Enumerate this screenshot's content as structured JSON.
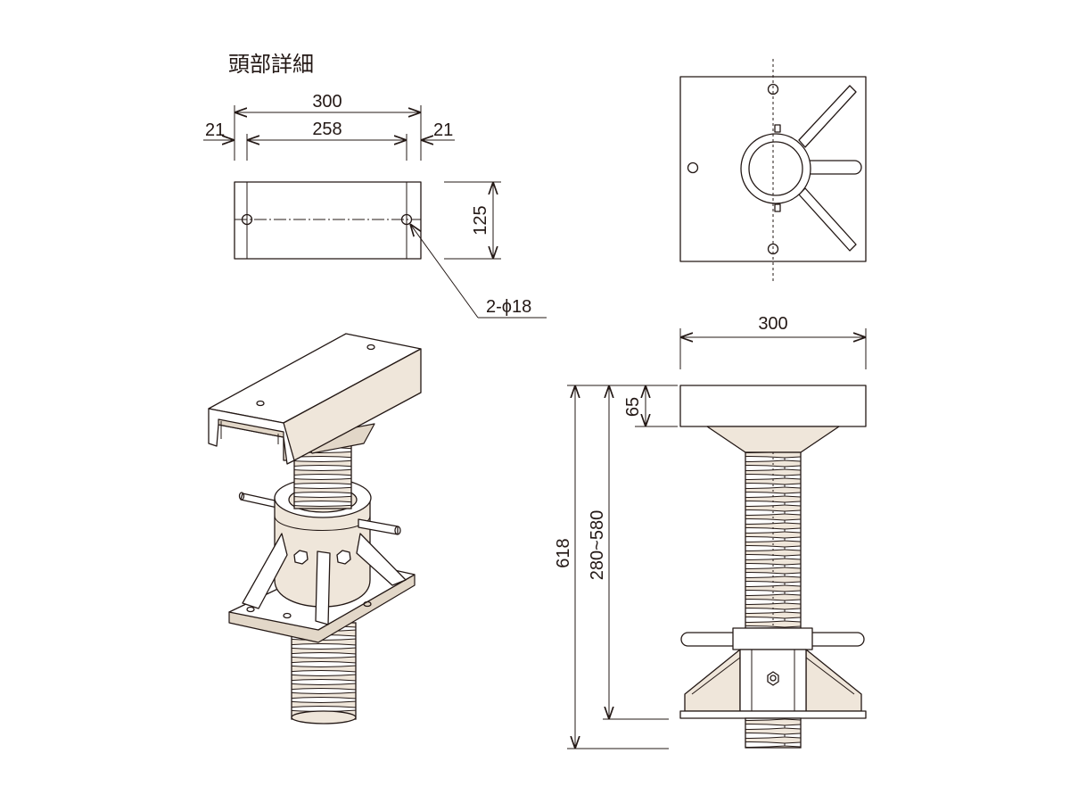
{
  "title": "頭部詳細",
  "dimensions": {
    "head_width": "300",
    "head_inner": "258",
    "head_edge_left": "21",
    "head_edge_right": "21",
    "head_depth": "125",
    "hole_spec": "2-ϕ18",
    "base_width": "300",
    "head_height": "65",
    "total_height": "618",
    "adjust_range": "280~580"
  }
}
